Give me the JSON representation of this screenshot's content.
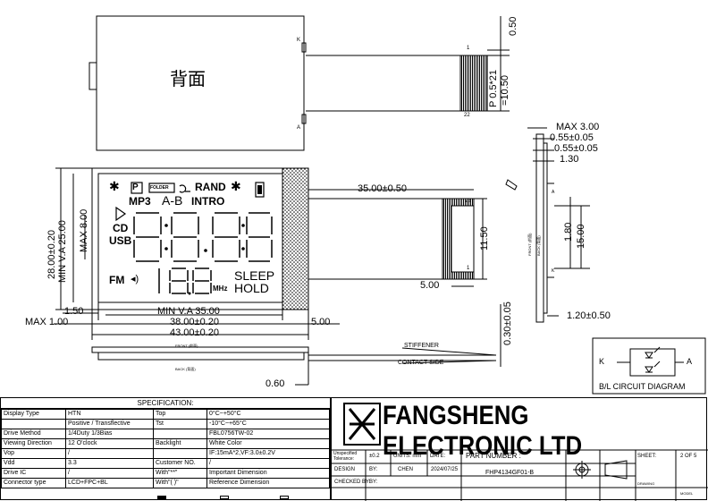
{
  "drawing": {
    "back_label": "背面",
    "pin_top_k": "K",
    "pin_top_a": "A",
    "fpc_pin_1": "1",
    "fpc_pin_22": "22",
    "dim_050": "0.50",
    "dim_pitch": "P 0.5*21",
    "dim_1050": "=10.50",
    "dim_max300": "MAX 3.00",
    "dim_055a": "0.55±0.05",
    "dim_055b": "0.55±0.05",
    "dim_130": "1.30",
    "dim_3500": "35.00±0.50",
    "dim_1150": "11.50",
    "dim_500a": "5.00",
    "dim_500b": "5.00",
    "dim_180": "1.80",
    "dim_1500": "15.00",
    "dim_120": "1.20±0.50",
    "dim_2800": "28.00±0.20",
    "dim_2500": "MIN V.A 25.00",
    "dim_800": "MAX 8.00",
    "dim_150": "1.50",
    "dim_max100": "MAX 1.00",
    "dim_min3500": "MIN V.A 35.00",
    "dim_3800": "38.00±0.20",
    "dim_4300": "43.00±0.20",
    "dim_030": "0.30±0.05",
    "dim_060": "0.60",
    "stiffener": "STIFFENER",
    "contact_side": "CONTACT SIDE",
    "front_label": "FRONT (前面)",
    "back_small": "BACK (背面)",
    "side_pin_a": "A",
    "side_pin_k": "K",
    "circuit_k": "K",
    "circuit_a": "A",
    "circuit_title": "B/L CIRCUIT DIAGRAM"
  },
  "lcd": {
    "p_icon": "P",
    "folder": "FOLDER",
    "rand": "RAND",
    "mp3": "MP3",
    "ab": "A-B",
    "intro": "INTRO",
    "cd": "CD",
    "usb": "USB",
    "fm": "FM",
    "mhz": "MHz",
    "sleep": "SLEEP",
    "hold": "HOLD",
    "big_digits": "8:8.8:8",
    "small_digits": "1.8.8"
  },
  "spec": {
    "header": "SPECIFICATION:",
    "rows": [
      [
        "Display Type",
        "HTN",
        "Top",
        "0°C~+50°C"
      ],
      [
        "",
        "Positive / Transflective",
        "Tst",
        "-10°C~+65°C"
      ],
      [
        "Drive Method",
        "1/4Duty    1/3Bias",
        "",
        "FBL0756TW-02"
      ],
      [
        "Viewing Direction",
        "12 O'clock",
        "Backlight",
        "White Color"
      ],
      [
        "Vop",
        "/",
        "",
        "IF:15mA*2,VF:3.0±0.2V"
      ],
      [
        "Vdd",
        "3.3",
        "Customer NO.",
        "/"
      ],
      [
        "Drive IC",
        "/",
        "With\"**\"",
        "Important Dimension"
      ],
      [
        "Connector type",
        "LCD+FPC+BL",
        "With\"( )\"",
        "Reference Dimension"
      ]
    ]
  },
  "title_block": {
    "company": "FANGSHENG ELECTRONIC LTD",
    "unspecified": "Unspecified Tolerance:",
    "tolerance": "±0.2",
    "units": "UNITS: mm",
    "date_label": "DATE:",
    "part_label": "PART NUMBER :",
    "design": "DESIGN",
    "by1": "BY:",
    "designer": "CHEN",
    "date": "2024/07/25",
    "part_number": "FHP4134GF01-B",
    "checked": "CHECKED BY:",
    "by2": "BY:",
    "sheet_label": "SHEET:",
    "sheet": "2 OF 5",
    "drawing_label": "DRAWING",
    "model_label": "MODEL"
  }
}
